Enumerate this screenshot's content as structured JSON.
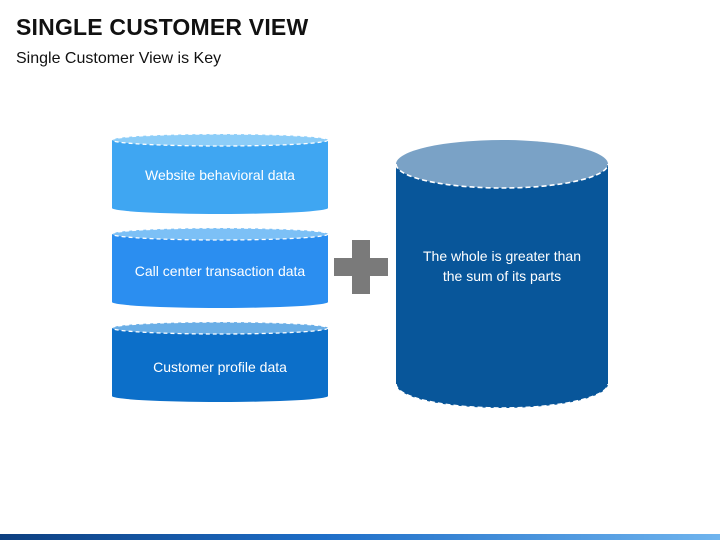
{
  "header": {
    "title": "SINGLE CUSTOMER VIEW",
    "subtitle": "Single Customer View is Key"
  },
  "diagram": {
    "sources": [
      {
        "label": "Website behavioral data",
        "color": "#3fa6f2",
        "top_color": "#8ccdf8"
      },
      {
        "label": "Call center transaction data",
        "color": "#2b8ef0",
        "top_color": "#7cc0f6"
      },
      {
        "label": "Customer profile data",
        "color": "#0c6fc9",
        "top_color": "#6aaee6"
      }
    ],
    "operator_icon": "plus-icon",
    "operator_color": "#7a7a7a",
    "result": {
      "label_line1": "The whole is greater than",
      "label_line2": "the sum of its parts",
      "color": "#08569a",
      "top_color": "#7aa2c6"
    }
  },
  "footer": {
    "accent_color": "#1e6ec8"
  }
}
